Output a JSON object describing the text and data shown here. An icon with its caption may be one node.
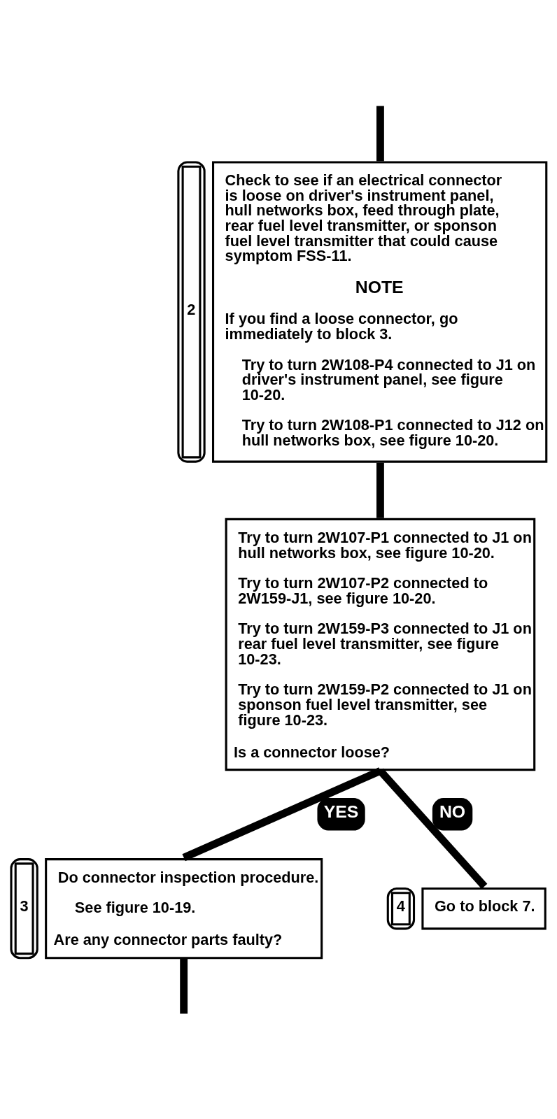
{
  "diagram": {
    "nodes": [
      {
        "text": [
          "Check to see if an electrical connector is loose on driver's instrument panel, hull networks box, feed through plate, rear fuel level transmitter, or sponson fuel level transmitter that could cause symptom FSS-11.",
          "NOTE",
          "If you find a loose connector, go immediately to block 3.",
          "Try to turn 2W108-P4 connected to J1 on driver's instrument panel, see figure 10-20.",
          "Try to turn 2W108-P1 connected to J12 on hull networks box, see figure 10-20."
        ],
        "beside": [
          "2"
        ]
      },
      {
        "text": [
          "Try to turn 2W107-P1 connected to J1 on hull networks box, see figure 10-20.",
          "Try to turn 2W107-P2 connected to 2W159-J1, see figure 10-20.",
          "Try to turn 2W159-P3 connected to J1 on rear fuel level transmitter, see figure 10-23.",
          "Try to turn 2W159-P2 connected to J1 on sponson fuel level transmitter, see figure 10-23.",
          "Is a connector loose?"
        ]
      },
      {
        "text": [
          "Do connector inspection procedure.",
          "See figure 10-19.",
          "Are any connector parts faulty?"
        ],
        "beside": [
          "3"
        ]
      },
      {
        "text": [
          "Go to block 7."
        ],
        "beside": [
          "4"
        ]
      }
    ],
    "edges": [
      {
        "from": null,
        "to": 0,
        "arrow": "none"
      },
      {
        "from": 0,
        "to": 1,
        "arrow": "none"
      },
      {
        "from": 1,
        "to": 2,
        "arrow": "none",
        "label": "YES"
      },
      {
        "from": 1,
        "to": 3,
        "arrow": "none",
        "label": "NO"
      },
      {
        "from": 2,
        "to": null,
        "arrow": "none"
      }
    ]
  }
}
